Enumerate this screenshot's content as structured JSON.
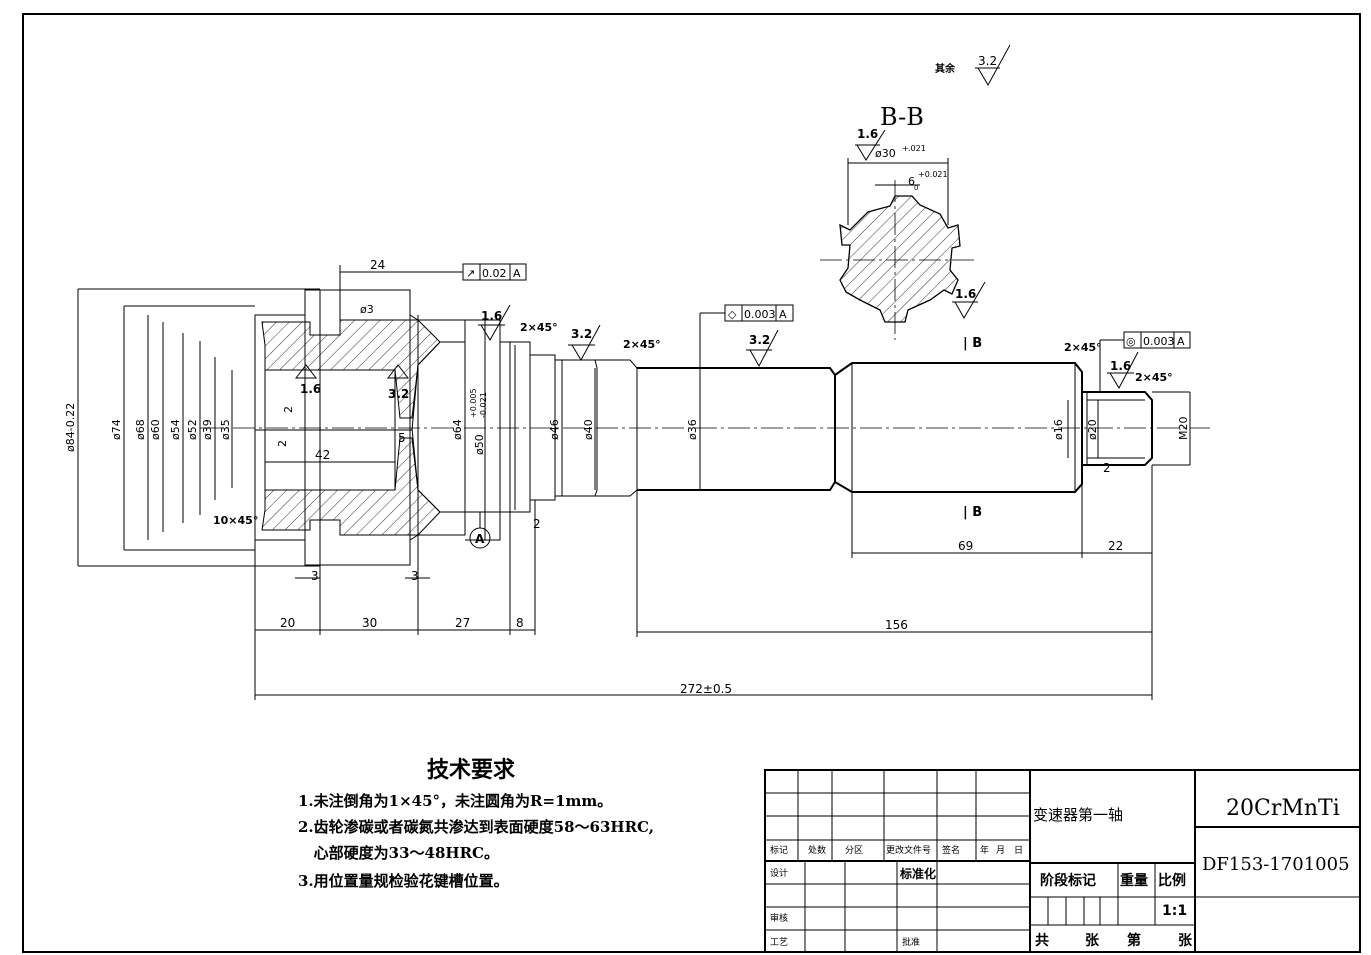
{
  "view_label": "B-B",
  "section_marks": [
    "| B",
    "| B"
  ],
  "other_roughness": {
    "label": "其余",
    "value": "3.2"
  },
  "roughness": [
    "1.6",
    "3.2",
    "3.2",
    "1.6",
    "1.6",
    "1.6",
    "3.2",
    "1.6"
  ],
  "section_dims": {
    "bore": "ø30",
    "bore_tol": ".021",
    "bore_tol_top": "+",
    "key": "6",
    "key_tol": "+0.021",
    "key_tol_bot": "0"
  },
  "gtol": [
    {
      "symbol": "↗",
      "value": "0.02",
      "datum": "A"
    },
    {
      "symbol": "◇",
      "value": "0.003",
      "datum": "A"
    },
    {
      "symbol": "◎",
      "value": "0.003",
      "datum": "A"
    }
  ],
  "datum_label": "A",
  "chamfers": [
    "2×45°",
    "2×45°",
    "2×45°",
    "2×45°",
    "10×45°"
  ],
  "diameters": [
    "ø84-0.22",
    "ø74",
    "ø68",
    "ø60",
    "ø54",
    "ø52",
    "ø39",
    "ø35",
    "ø64",
    "ø50",
    "ø46",
    "ø40",
    "ø36",
    "ø16",
    "ø20",
    "M20",
    "ø3"
  ],
  "diameter_tol": {
    "upper": "+0.005",
    "lower": "-0.021"
  },
  "lengths": [
    "24",
    "42",
    "5",
    "2",
    "2",
    "2",
    "3",
    "3",
    "20",
    "30",
    "27",
    "8",
    "156",
    "69",
    "22",
    "2"
  ],
  "overall_length": "272±0.5",
  "tech_requirements": {
    "title": "技术要求",
    "items": [
      "1.未注倒角为1×45°，未注圆角为R=1mm。",
      "2.齿轮渗碳或者碳氮共渗达到表面硬度58～63HRC,",
      "   心部硬度为33～48HRC。",
      "3.用位置量规检验花键槽位置。"
    ]
  },
  "title_block": {
    "part_name": "变速器第一轴",
    "material": "20CrMnTi",
    "drawing_no": "DF153-1701005",
    "stage_mark": "阶段标记",
    "weight": "重量",
    "scale_label": "比例",
    "scale": "1:1",
    "sheets": [
      "共",
      "张",
      "第",
      "张"
    ],
    "labels": [
      "标记",
      "处数",
      "分区",
      "更改文件号",
      "签名",
      "年",
      "月",
      "日",
      "设计",
      "标准化",
      "审核",
      "工艺",
      "批准"
    ]
  }
}
